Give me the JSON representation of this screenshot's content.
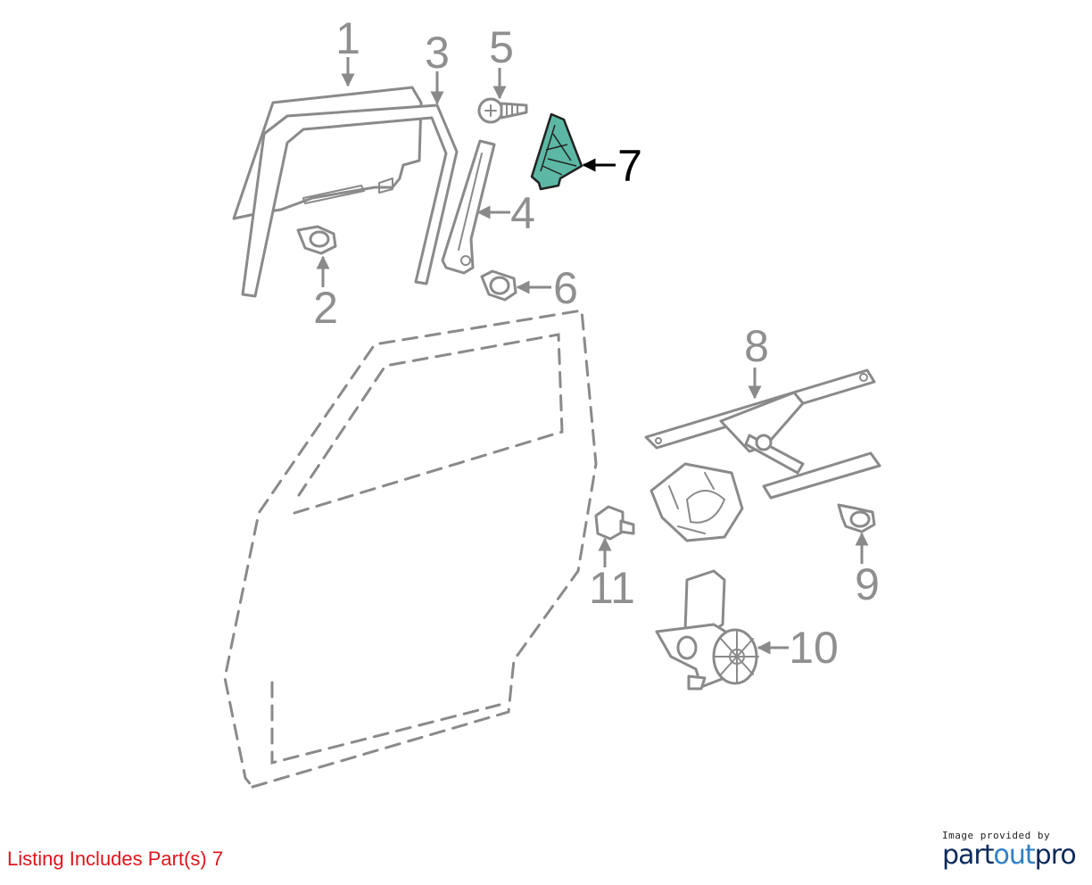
{
  "callouts": {
    "c1": "1",
    "c2": "2",
    "c3": "3",
    "c4": "4",
    "c5": "5",
    "c6": "6",
    "c7": "7",
    "c8": "8",
    "c9": "9",
    "c10": "10",
    "c11": "11"
  },
  "highlight": {
    "part": "7",
    "color": "#5cb8a4"
  },
  "listing_text": "Listing Includes Part(s) 7",
  "credit": {
    "caption": "Image provided by",
    "logo_part1": "part",
    "logo_part2": "out",
    "logo_part3": "pro"
  },
  "colors": {
    "listing": "#e0151b",
    "line": "#8a8a8a",
    "logo_dark": "#0c2a5b",
    "logo_light": "#2f7ec7"
  }
}
